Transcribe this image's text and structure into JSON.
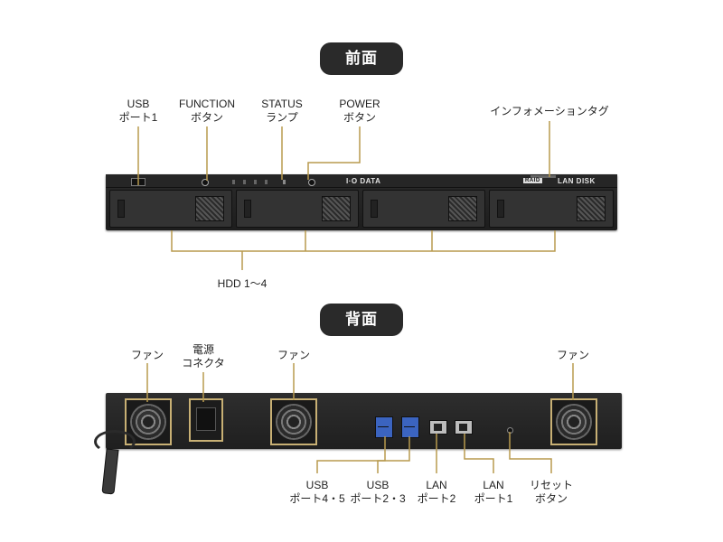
{
  "front_section": {
    "title": "前面",
    "labels": {
      "usb_port1": [
        "USB",
        "ポート1"
      ],
      "function_button": [
        "FUNCTION",
        "ボタン"
      ],
      "status_lamp": [
        "STATUS",
        "ランプ"
      ],
      "power_button": [
        "POWER",
        "ボタン"
      ],
      "info_tag": [
        "インフォメーションタグ"
      ],
      "hdd": [
        "HDD 1〜4"
      ]
    },
    "brand_logo": "I·O DATA",
    "model_logo": "LAN DISK",
    "raid_badge": "RAID"
  },
  "back_section": {
    "title": "背面",
    "labels": {
      "fan_left": [
        "ファン"
      ],
      "power_connector": [
        "電源",
        "コネクタ"
      ],
      "fan_middle": [
        "ファン"
      ],
      "fan_right": [
        "ファン"
      ],
      "usb_port45": [
        "USB",
        "ポート4・5"
      ],
      "usb_port23": [
        "USB",
        "ポート2・3"
      ],
      "lan_port2": [
        "LAN",
        "ポート2"
      ],
      "lan_port1": [
        "LAN",
        "ポート1"
      ],
      "reset_button": [
        "リセット",
        "ボタン"
      ]
    }
  },
  "colors": {
    "leader": "#b89a4e",
    "pill_bg": "#2a2a2a",
    "highlight": "#c8b074"
  }
}
